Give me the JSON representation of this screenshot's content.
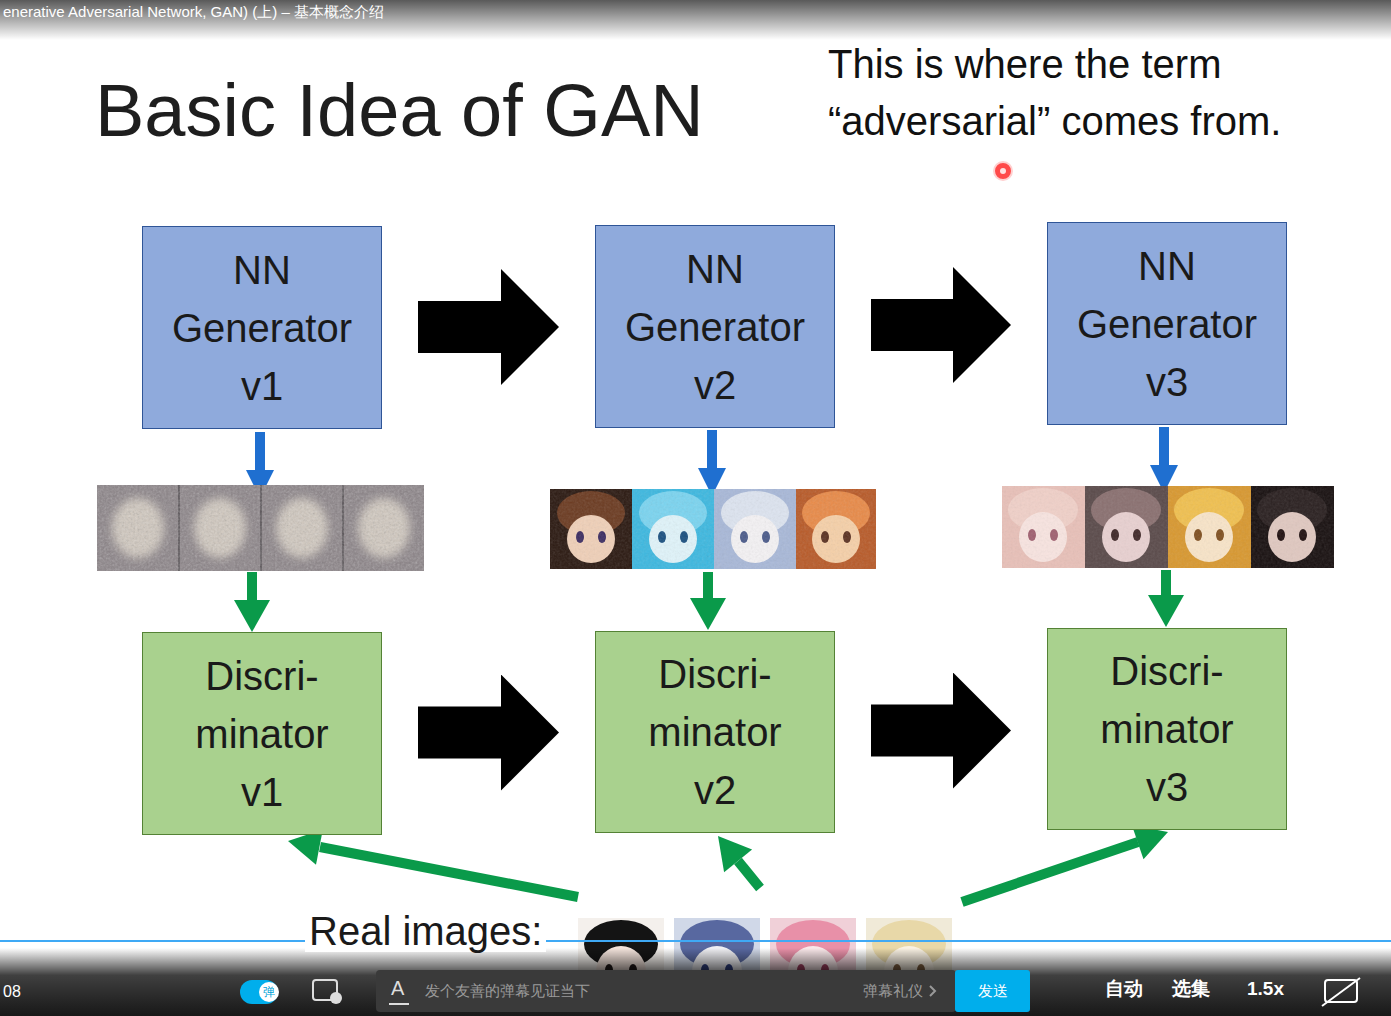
{
  "diagram": {
    "title": "Basic Idea of GAN",
    "nodes": [
      {
        "text": [
          "NN Generator v1"
        ]
      },
      {
        "text": [
          "NN Generator v2"
        ]
      },
      {
        "text": [
          "NN Generator v3"
        ]
      },
      {
        "text": [
          "Discri- minator v1"
        ]
      },
      {
        "text": [
          "Discri- minator v2"
        ]
      },
      {
        "text": [
          "Discri- minator v3"
        ]
      }
    ],
    "edges": [
      {
        "from": 0,
        "to": 1,
        "arrow": "to"
      },
      {
        "from": 1,
        "to": 2,
        "arrow": "to"
      },
      {
        "from": 3,
        "to": 4,
        "arrow": "to"
      },
      {
        "from": 4,
        "to": 5,
        "arrow": "to"
      }
    ],
    "labels": [
      "enerative Adversarial Network, GAN) (上) – 基本概念介绍",
      "This is where the term “adversarial” comes from.",
      "Real images:",
      "08",
      "弹",
      "A",
      "发个友善的弹幕见证当下",
      "弹幕礼仪",
      "发送",
      "自动",
      "选集",
      "1.5x"
    ]
  }
}
